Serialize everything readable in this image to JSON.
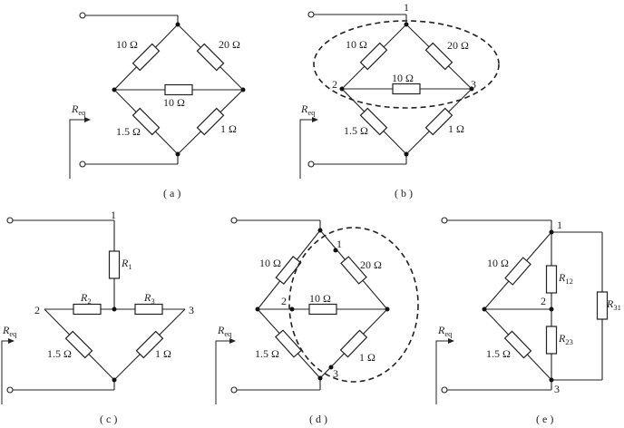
{
  "panels": [
    {
      "id": "a",
      "caption": "( a )",
      "resistors": {
        "top_left": "10 Ω",
        "top_right": "20 Ω",
        "middle": "10 Ω",
        "bottom_left": "1.5 Ω",
        "bottom_right": "1 Ω"
      },
      "req_label": {
        "main": "R",
        "sub": "eq"
      }
    },
    {
      "id": "b",
      "caption": "( b )",
      "resistors": {
        "top_left": "10 Ω",
        "top_right": "20 Ω",
        "middle": "10 Ω",
        "bottom_left": "1.5 Ω",
        "bottom_right": "1 Ω"
      },
      "nodes": {
        "n1": "1",
        "n2": "2",
        "n3": "3"
      },
      "req_label": {
        "main": "R",
        "sub": "eq"
      }
    },
    {
      "id": "c",
      "caption": "( c )",
      "resistors": {
        "r1": {
          "main": "R",
          "sub": "1"
        },
        "r2": {
          "main": "R",
          "sub": "2"
        },
        "r3": {
          "main": "R",
          "sub": "3"
        },
        "bottom_left": "1.5 Ω",
        "bottom_right": "1 Ω"
      },
      "nodes": {
        "n1": "1",
        "n2": "2",
        "n3": "3"
      },
      "req_label": {
        "main": "R",
        "sub": "eq"
      }
    },
    {
      "id": "d",
      "caption": "( d )",
      "resistors": {
        "top_left": "10 Ω",
        "top_right": "20 Ω",
        "middle": "10 Ω",
        "bottom_left": "1.5 Ω",
        "bottom_right": "1 Ω"
      },
      "nodes": {
        "n1": "1",
        "n2": "2",
        "n3": "3"
      },
      "req_label": {
        "main": "R",
        "sub": "eq"
      }
    },
    {
      "id": "e",
      "caption": "( e )",
      "resistors": {
        "top_left": "10 Ω",
        "bottom_left": "1.5 Ω",
        "r12": {
          "main": "R",
          "sub": "12"
        },
        "r23": {
          "main": "R",
          "sub": "23"
        },
        "r31": {
          "main": "R",
          "sub": "31"
        }
      },
      "nodes": {
        "n1": "1",
        "n2": "2",
        "n3": "3"
      },
      "req_label": {
        "main": "R",
        "sub": "eq"
      }
    }
  ]
}
